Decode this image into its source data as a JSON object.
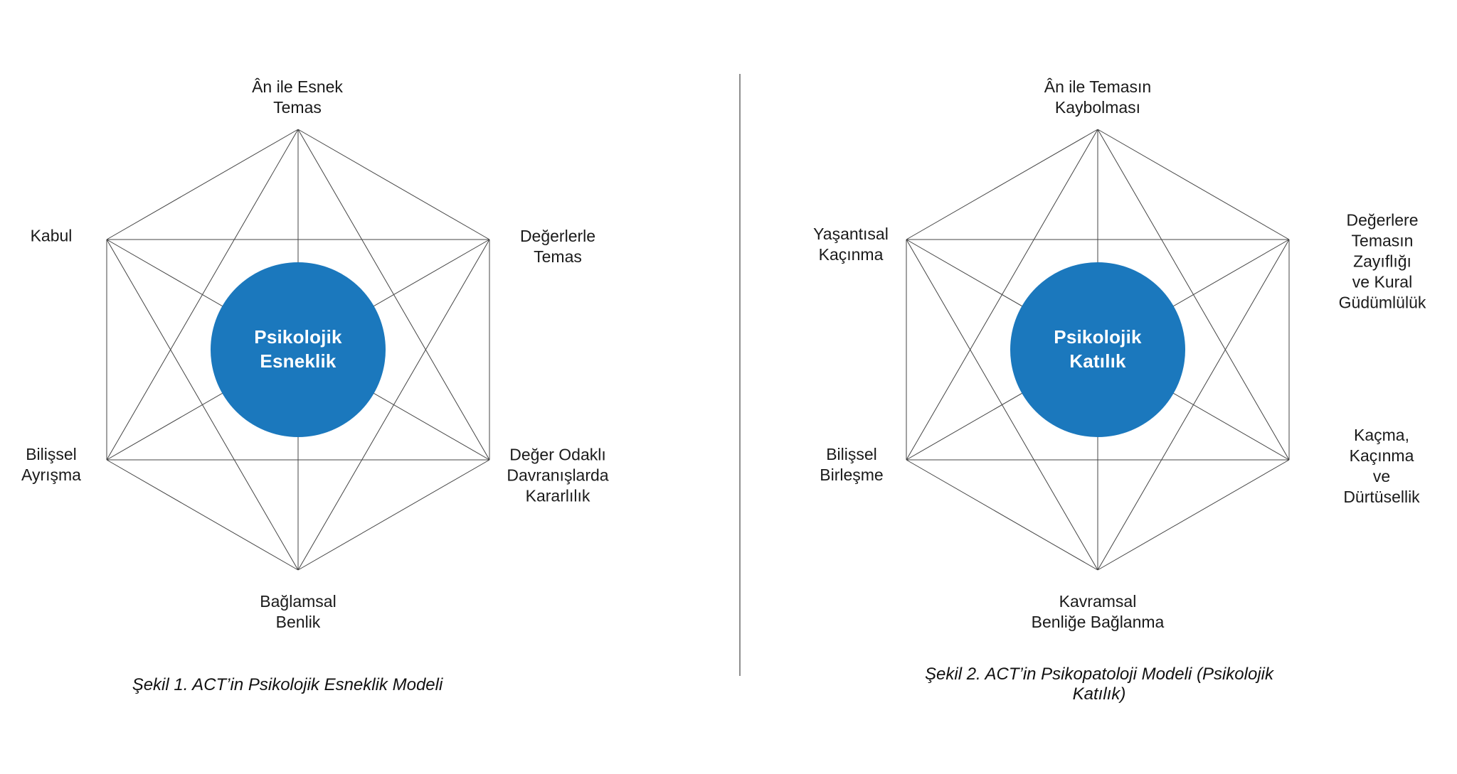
{
  "colors": {
    "circle_fill": "#1b78bd",
    "circle_text": "#ffffff",
    "line": "#444444",
    "divider": "#8e8e8e",
    "text": "#1a1a1a"
  },
  "figures": [
    {
      "nodes": {
        "top": "Ân ile Esnek\nTemas",
        "upper_right": "Değerlerle\nTemas",
        "lower_right": "Değer Odaklı\nDavranışlarda\nKararlılık",
        "bottom": "Bağlamsal\nBenlik",
        "lower_left": "Bilişsel\nAyrışma",
        "upper_left": "Kabul"
      },
      "center": "Psikolojik\nEsneklik",
      "caption": "Şekil 1. ACT’in Psikolojik Esneklik Modeli"
    },
    {
      "nodes": {
        "top": "Ân ile Temasın\nKaybolması",
        "upper_right": "Değerlere\nTemasın Zayıflığı\nve Kural\nGüdümlülük",
        "lower_right": "Kaçma, Kaçınma\nve Dürtüsellik",
        "bottom": "Kavramsal\nBenliğe Bağlanma",
        "lower_left": "Bilişsel\nBirleşme",
        "upper_left": "Yaşantısal\nKaçınma"
      },
      "center": "Psikolojik\nKatılık",
      "caption": "Şekil 2. ACT’in Psikopatoloji Modeli (Psikolojik Katılık)"
    }
  ]
}
